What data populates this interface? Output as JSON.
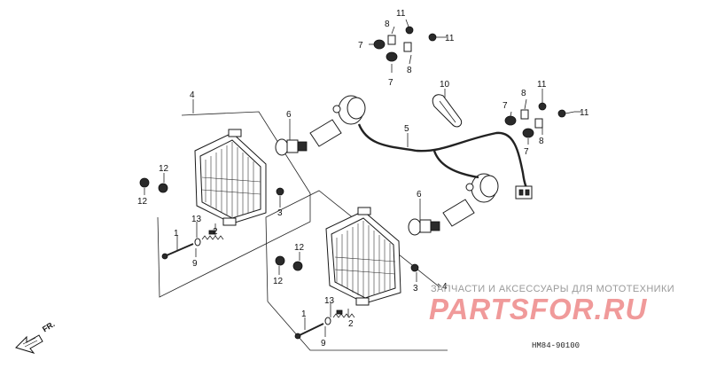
{
  "callouts": {
    "c11a": "11",
    "c8a": "8",
    "c7a": "7",
    "c11b": "11",
    "c8b": "8",
    "c7b": "7",
    "c10": "10",
    "c7c": "7",
    "c8c": "8",
    "c11c": "11",
    "c11d": "11",
    "c8d": "8",
    "c7d": "7",
    "c4a": "4",
    "c6a": "6",
    "c5": "5",
    "c12a": "12",
    "c12b": "12",
    "c3a": "3",
    "c13a": "13",
    "c1a": "1",
    "c2a": "2",
    "c9a": "9",
    "c6b": "6",
    "c3b": "3",
    "c12c": "12",
    "c12d": "12",
    "c4b": "4",
    "c13b": "13",
    "c1b": "1",
    "c2b": "2",
    "c9b": "9"
  },
  "watermark": {
    "subtitle": "ЗАПЧАСТИ И АКСЕССУАРЫ ДЛЯ МОТОТЕХНИКИ",
    "brand": "PARTSFOR.RU"
  },
  "diagram_code": "HM84-90100",
  "direction_label": "FR."
}
